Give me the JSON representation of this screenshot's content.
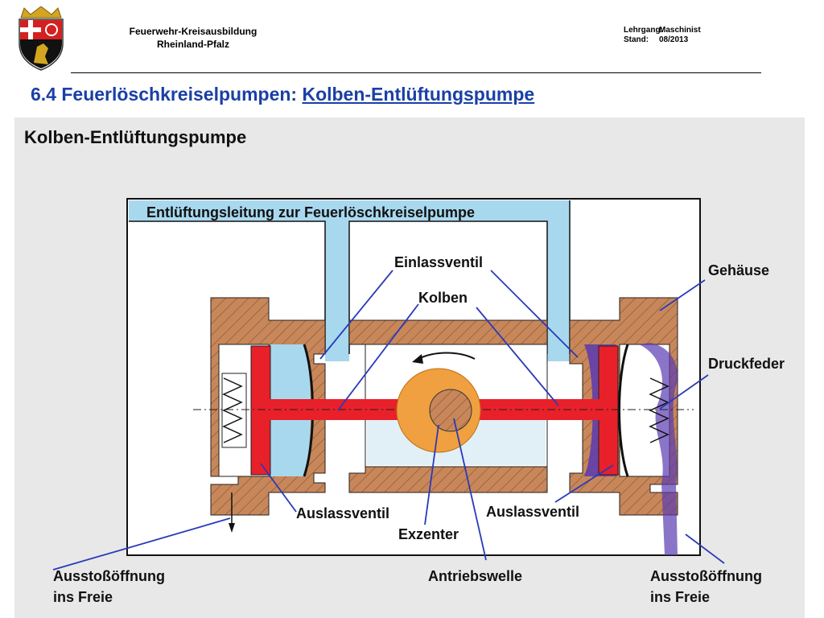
{
  "header": {
    "org_line1": "Feuerwehr-Kreisausbildung",
    "org_line2": "Rheinland-Pfalz",
    "course_key": "Lehrgang:",
    "course_value": "Maschinist",
    "stand_key": "Stand:",
    "stand_value": "08/2013"
  },
  "page": {
    "title_prefix": "6.4 Feuerlöschkreiselpumpen: ",
    "title_link": "Kolben-Entlüftungspumpe"
  },
  "panel": {
    "title": "Kolben-Entlüftungspumpe"
  },
  "diagram": {
    "top_label": "Entlüftungsleitung zur Feuerlöschkreiselpumpe",
    "labels": {
      "einlassventil": "Einlassventil",
      "kolben": "Kolben",
      "gehaeuse": "Gehäuse",
      "druckfeder": "Druckfeder",
      "auslassventil_left": "Auslassventil",
      "auslassventil_right": "Auslassventil",
      "exzenter": "Exzenter",
      "antriebswelle": "Antriebswelle",
      "ausstoss_left_1": "Ausstoßöffnung",
      "ausstoss_left_2": "ins Freie",
      "ausstoss_right_1": "Ausstoßöffnung",
      "ausstoss_right_2": "ins Freie"
    },
    "colors": {
      "housing": "#c8875a",
      "piston": "#e8202a",
      "eccentric": "#f0a040",
      "water": "#a8d8ee",
      "pushed_water": "#5a3ab0",
      "leader": "#2a3ab8"
    }
  }
}
